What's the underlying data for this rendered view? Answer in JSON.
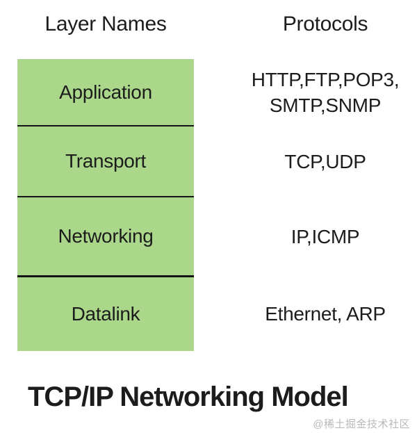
{
  "header": {
    "left_label": "Layer Names",
    "right_label": "Protocols"
  },
  "model": {
    "layers": [
      {
        "name": "Application",
        "protocols": [
          "HTTP,FTP,POP3,",
          "SMTP,SNMP"
        ]
      },
      {
        "name": "Transport",
        "protocols": [
          "TCP,UDP"
        ]
      },
      {
        "name": "Networking",
        "protocols": [
          "IP,ICMP"
        ]
      },
      {
        "name": "Datalink",
        "protocols": [
          "Ethernet, ARP"
        ]
      }
    ]
  },
  "title": "TCP/IP Networking Model",
  "watermark": "@稀土掘金技术社区",
  "colors": {
    "layer_fill": "#abd78a",
    "divider": "#141414",
    "text": "#1c1c1c",
    "watermark": "#b9b9b9"
  }
}
